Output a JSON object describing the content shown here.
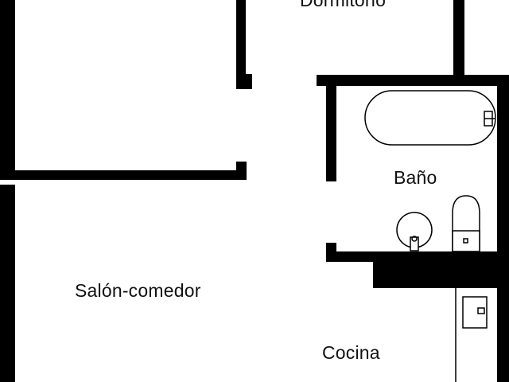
{
  "floorplan": {
    "rooms": [
      {
        "id": "dormitorio",
        "label": "Dormitorio"
      },
      {
        "id": "bano",
        "label": "Baño"
      },
      {
        "id": "salon",
        "label": "Salón-comedor"
      },
      {
        "id": "cocina",
        "label": "Cocina"
      }
    ],
    "fixtures": [
      "bathtub",
      "sink",
      "toilet",
      "kitchen-sink"
    ],
    "colors": {
      "wall": "#000000",
      "background": "#ffffff",
      "fixture_stroke": "#000000"
    }
  }
}
